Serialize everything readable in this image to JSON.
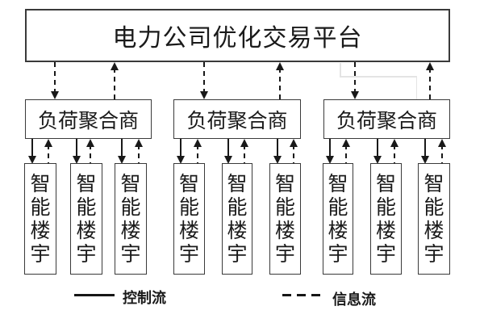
{
  "platform": {
    "label": "电力公司优化交易平台"
  },
  "aggregators": [
    {
      "label": "负荷聚合商"
    },
    {
      "label": "负荷聚合商"
    },
    {
      "label": "负荷聚合商"
    }
  ],
  "buildings": [
    {
      "label": "智能楼宇"
    },
    {
      "label": "智能楼宇"
    },
    {
      "label": "智能楼宇"
    },
    {
      "label": "智能楼宇"
    },
    {
      "label": "智能楼宇"
    },
    {
      "label": "智能楼宇"
    },
    {
      "label": "智能楼宇"
    },
    {
      "label": "智能楼宇"
    },
    {
      "label": "智能楼宇"
    }
  ],
  "legend": {
    "control_label": "控制流",
    "info_label": "信息流",
    "control_style": "solid",
    "info_style": "dashed"
  },
  "colors": {
    "ink": "#1a1a1a",
    "box_border": "#3a3a3a",
    "background": "#ffffff",
    "watermark": "#e4e4e4"
  }
}
